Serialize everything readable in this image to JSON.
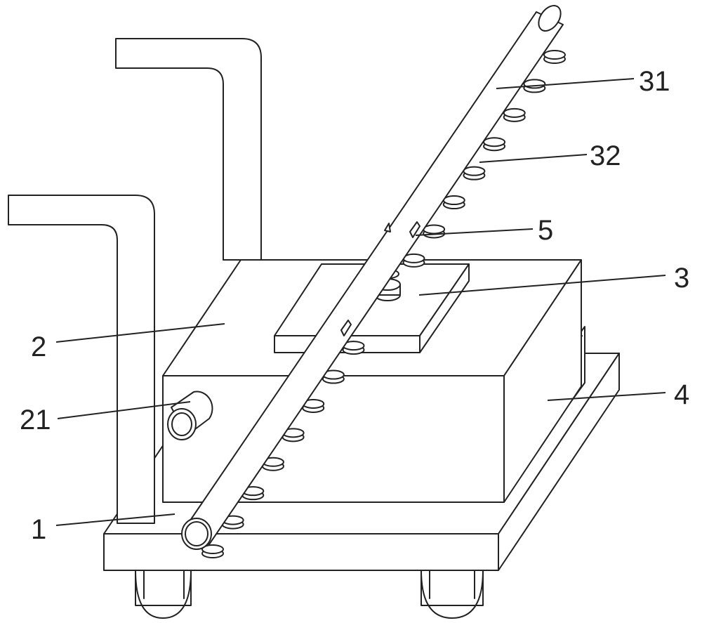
{
  "figure": {
    "labels": {
      "base": "1",
      "tank": "2",
      "plate": "3",
      "side_unit": "4",
      "clip": "5",
      "port": "21",
      "spray_pipe": "31",
      "nozzle": "32"
    },
    "line_color": "#222222",
    "background_color": "#ffffff"
  }
}
